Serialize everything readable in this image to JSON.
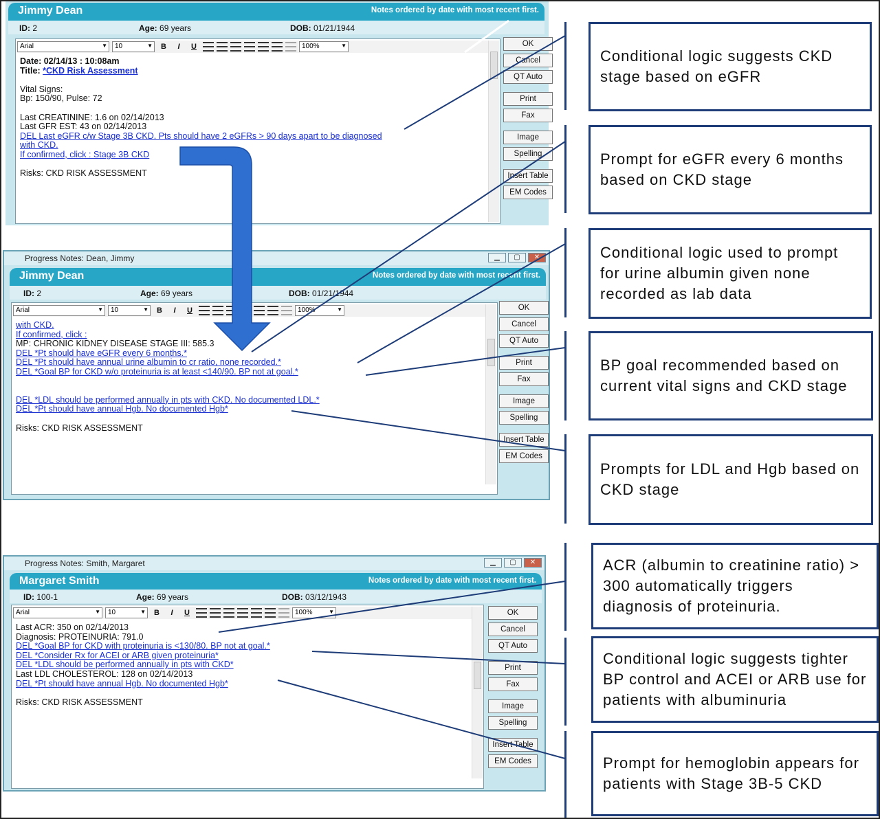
{
  "windows": [
    {
      "window_title": "",
      "patient_name": "Jimmy Dean",
      "order_note": "Notes ordered by date with most recent first.",
      "id_label": "ID:",
      "id_value": "2",
      "age_label": "Age:",
      "age_value": "69 years",
      "dob_label": "DOB:",
      "dob_value": "01/21/1944",
      "font": "Arial",
      "size": "10",
      "zoom": "100%",
      "lines": [
        {
          "t": "Date: 02/14/13 : 10:08am",
          "bold": true
        },
        {
          "t": "Title: ",
          "bold": true,
          "link_after": "*CKD Risk Assessment"
        },
        {
          "t": ""
        },
        {
          "t": "Vital Signs:",
          "bold_part": "Vital Signs"
        },
        {
          "t": "Bp: 150/90, Pulse: 72"
        },
        {
          "t": ""
        },
        {
          "t": "Last CREATININE: 1.6 on 02/14/2013"
        },
        {
          "t": "Last GFR EST: 43 on 02/14/2013"
        },
        {
          "t": "DEL  Last eGFR c/w Stage 3B CKD. Pts should have 2 eGFRs > 90 days apart to be diagnosed",
          "link": true
        },
        {
          "t": "with CKD.",
          "link": true
        },
        {
          "t": "If confirmed, click : Stage 3B CKD",
          "link": true
        },
        {
          "t": ""
        },
        {
          "t": "Risks: CKD RISK ASSESSMENT",
          "bold_part": "Risks:"
        }
      ]
    },
    {
      "window_title": "Progress Notes: Dean, Jimmy",
      "patient_name": "Jimmy Dean",
      "order_note": "Notes ordered by date with most recent first.",
      "id_label": "ID:",
      "id_value": "2",
      "age_label": "Age:",
      "age_value": "69 years",
      "dob_label": "DOB:",
      "dob_value": "01/21/1944",
      "font": "Arial",
      "size": "10",
      "zoom": "100%",
      "lines": [
        {
          "t": "with CKD.",
          "link": true
        },
        {
          "t": "If confirmed, click :",
          "link": true
        },
        {
          "t": "MP: CHRONIC KIDNEY DISEASE STAGE III: 585.3"
        },
        {
          "t": "DEL  *Pt should have eGFR every 6 months.*",
          "link": true
        },
        {
          "t": "DEL  *Pt should have annual urine albumin to cr ratio, none recorded.*",
          "link": true
        },
        {
          "t": "DEL  *Goal BP for CKD w/o proteinuria is at least <140/90. BP not at goal.*",
          "link": true
        },
        {
          "t": ""
        },
        {
          "t": ""
        },
        {
          "t": "DEL  *LDL should be performed annually in pts with CKD. No documented LDL.*",
          "link": true
        },
        {
          "t": "DEL  *Pt should have annual Hgb. No documented Hgb*",
          "link": true
        },
        {
          "t": ""
        },
        {
          "t": "Risks: CKD RISK ASSESSMENT",
          "bold_part": "Risks:"
        }
      ]
    },
    {
      "window_title": "Progress Notes: Smith, Margaret",
      "patient_name": "Margaret Smith",
      "order_note": "Notes ordered by date with most recent first.",
      "id_label": "ID:",
      "id_value": "100-1",
      "age_label": "Age:",
      "age_value": "69 years",
      "dob_label": "DOB:",
      "dob_value": "03/12/1943",
      "font": "Arial",
      "size": "10",
      "zoom": "100%",
      "lines": [
        {
          "t": "Last ACR: 350 on 02/14/2013"
        },
        {
          "t": "Diagnosis: PROTEINURIA: 791.0",
          "bold_part": "Diagnosis:"
        },
        {
          "t": "DEL  *Goal BP for CKD with proteinuria is <130/80. BP not at goal.*",
          "link": true
        },
        {
          "t": "DEL  *Consider Rx for ACEI or ARB given proteinuria*",
          "link": true
        },
        {
          "t": "DEL  *LDL should be performed annually in pts with CKD*",
          "link": true
        },
        {
          "t": "Last LDL CHOLESTEROL: 128 on 02/14/2013"
        },
        {
          "t": "DEL  *Pt should have annual Hgb. No documented Hgb*",
          "link": true
        },
        {
          "t": ""
        },
        {
          "t": "Risks: CKD RISK ASSESSMENT",
          "bold_part": "Risks:"
        }
      ]
    }
  ],
  "side_buttons": [
    "OK",
    "Cancel",
    "QT Auto",
    "Print",
    "Fax",
    "Image",
    "Spelling",
    "Insert Table",
    "EM Codes"
  ],
  "callouts": [
    "Conditional logic suggests CKD stage based on eGFR",
    "Prompt for eGFR every 6 months based on CKD stage",
    "Conditional logic used to prompt for urine albumin given none recorded as lab data",
    "BP goal recommended based on current vital signs and CKD stage",
    "Prompts for LDL and Hgb based on CKD stage",
    "ACR (albumin to creatinine ratio) > 300 automatically triggers diagnosis of proteinuria.",
    "Conditional logic suggests tighter BP control and ACEI or ARB use for patients with albuminuria",
    "Prompt for hemoglobin appears for patients with Stage 3B-5 CKD"
  ],
  "colors": {
    "header": "#28a6c6",
    "window_bg": "#c8e6ee",
    "link": "#1a2fd0",
    "callout_border": "#1d3c78",
    "arrow": "#2f6fd0"
  }
}
